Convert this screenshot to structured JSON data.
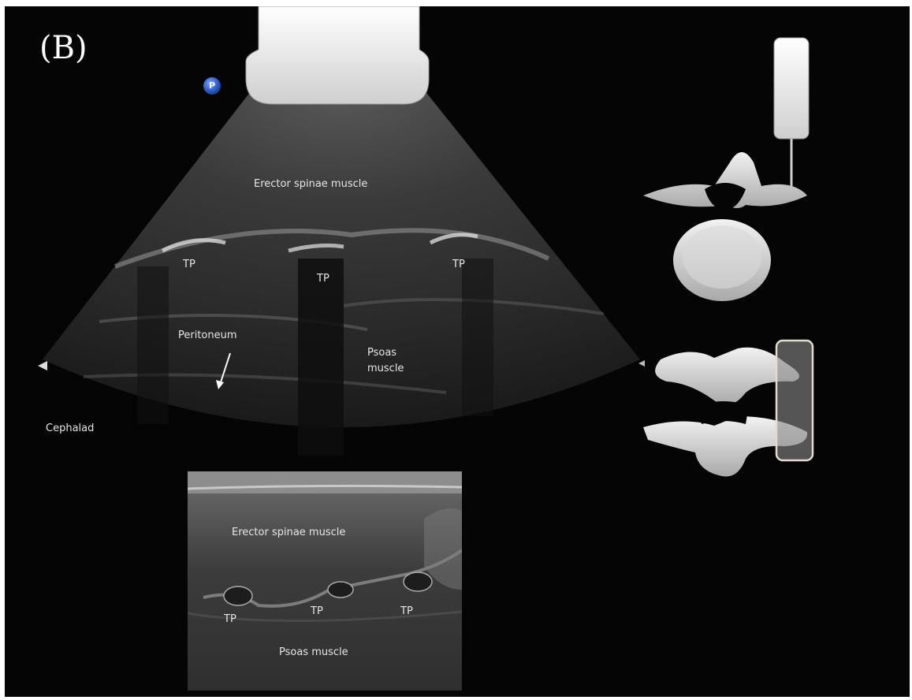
{
  "panel_label": "(B)",
  "orientation_marker": "P",
  "ultrasound": {
    "labels": {
      "erector_spinae": "Erector spinae muscle",
      "tp_left": "TP",
      "tp_center": "TP",
      "tp_right": "TP",
      "peritoneum": "Peritoneum",
      "psoas_line1": "Psoas",
      "psoas_line2": "muscle",
      "cephalad": "Cephalad"
    }
  },
  "mri": {
    "labels": {
      "erector_spinae": "Erector spinae muscle",
      "tp_left": "TP",
      "tp_center": "TP",
      "tp_right": "TP",
      "psoas": "Psoas muscle"
    }
  },
  "colors": {
    "background": "#050505",
    "label_text": "#e6e6e6",
    "probe_placement_box": "#8a8a8a"
  }
}
